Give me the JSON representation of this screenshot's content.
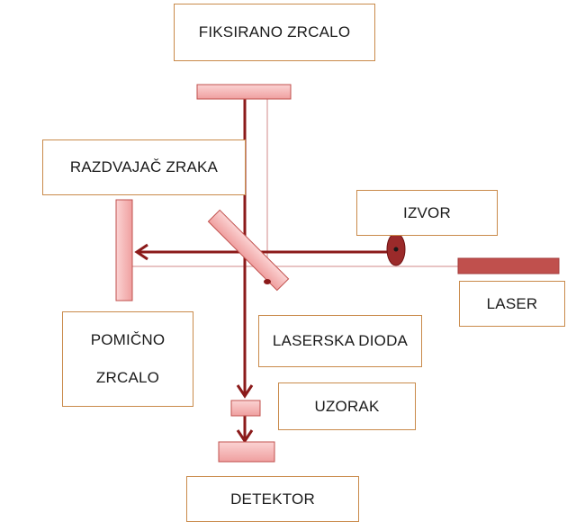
{
  "labels": {
    "fixed_mirror": "FIKSIRANO ZRCALO",
    "beam_splitter": "RAZDVAJAČ ZRAKA",
    "source": "IZVOR",
    "laser": "LASER",
    "moving_mirror_line1": "POMIČNO",
    "moving_mirror_line2": "ZRCALO",
    "laser_diode": "LASERSKA DIODA",
    "sample": "UZORAK",
    "detector": "DETEKTOR"
  },
  "colors": {
    "beam": "#8b1a1a",
    "laser_beam": "#e8c4c4",
    "component_fill": "#f4b5b5",
    "component_stroke": "#c0504d",
    "laser_body": "#c0504d",
    "label_border": "#c98a4a"
  }
}
